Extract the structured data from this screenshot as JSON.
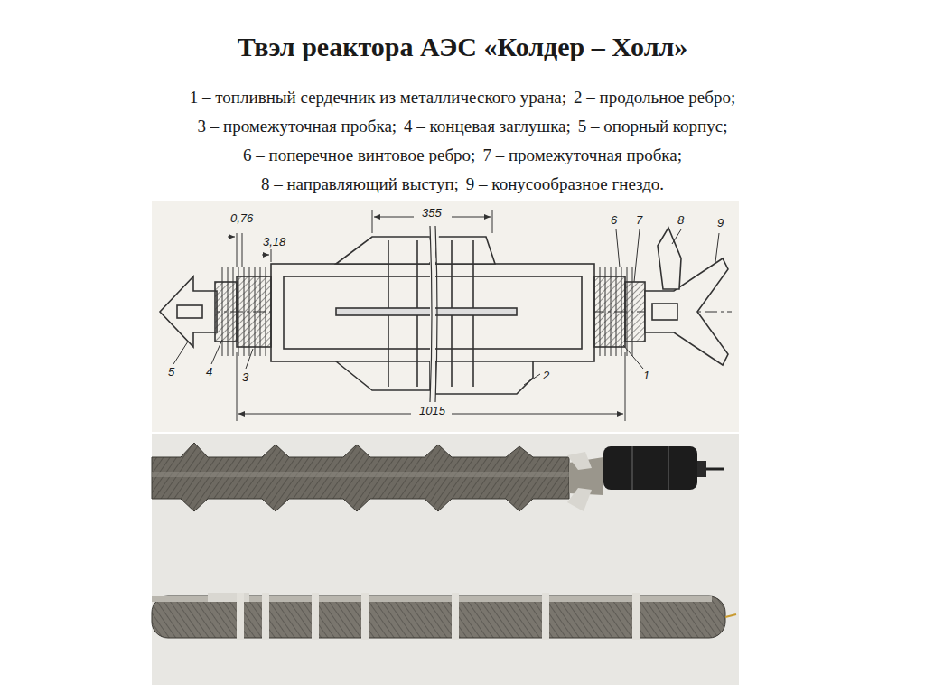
{
  "diagram": {
    "title": "Твэл реактора АЭС «Колдер – Холл»",
    "labels": [
      "1 – топливный сердечник из металлического урана;",
      "2 – продольное ребро;",
      "3 – промежуточная пробка;",
      "4 – концевая заглушка;",
      "5 – опорный корпус;",
      "6 – поперечное винтовое ребро;",
      "7 – промежуточная пробка;",
      "8 – направляющий выступ;",
      "9 – конусообразное гнездо.",
      "0,76",
      "3,18",
      "355",
      "1015",
      "5",
      "4",
      "3",
      "2",
      "1",
      "6",
      "7",
      "8",
      "9"
    ]
  }
}
